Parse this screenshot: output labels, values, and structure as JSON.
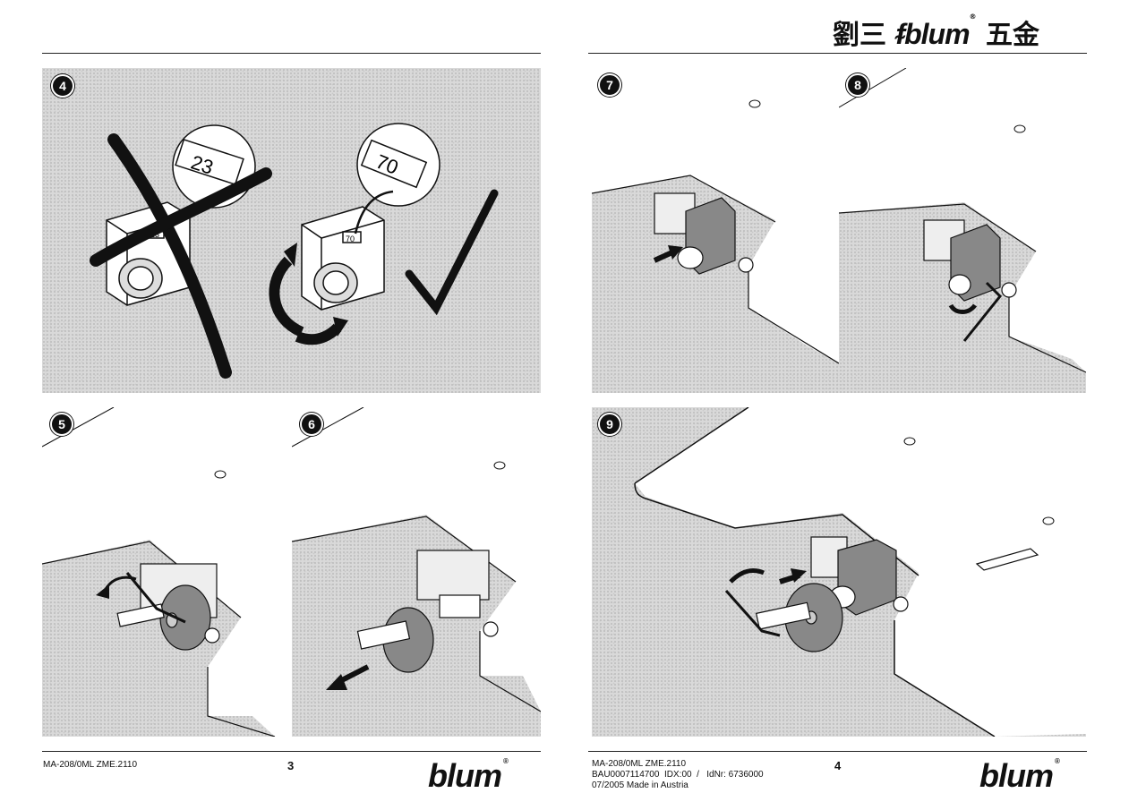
{
  "header": {
    "logo_prefix": "劉三",
    "logo_brand": "blum",
    "logo_reg": "®",
    "logo_suffix": "五金"
  },
  "panels": {
    "p4": {
      "step": "4",
      "dial_wrong": "23",
      "dial_right": "70",
      "counter_wrong": "23",
      "counter_right": "70"
    },
    "p5": {
      "step": "5"
    },
    "p6": {
      "step": "6"
    },
    "p7": {
      "step": "7"
    },
    "p8": {
      "step": "8"
    },
    "p9": {
      "step": "9"
    }
  },
  "footer_left": {
    "code": "MA-208/0ML ZME.2110",
    "page": "3",
    "logo": "blum",
    "reg": "®"
  },
  "footer_right": {
    "line1": "MA-208/0ML ZME.2110",
    "line2": "BAU0007114700  IDX:00  /   IdNr: 6736000",
    "line3": "07/2005  Made in Austria",
    "page": "4",
    "logo": "blum",
    "reg": "®"
  },
  "colors": {
    "ink": "#111111",
    "halftone": "#d9d9d9",
    "paper": "#ffffff"
  }
}
